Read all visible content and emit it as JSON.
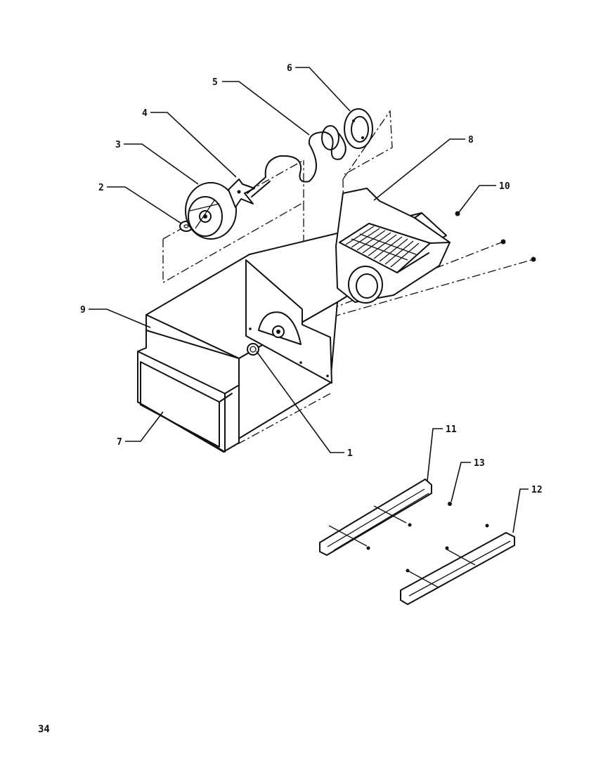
{
  "callouts": {
    "c1": "1",
    "c2": "2",
    "c3": "3",
    "c4": "4",
    "c5": "5",
    "c6": "6",
    "c7": "7",
    "c8": "8",
    "c9": "9",
    "c10": "10",
    "c11": "11",
    "c12": "12",
    "c13": "13"
  },
  "page": {
    "number": "34"
  }
}
